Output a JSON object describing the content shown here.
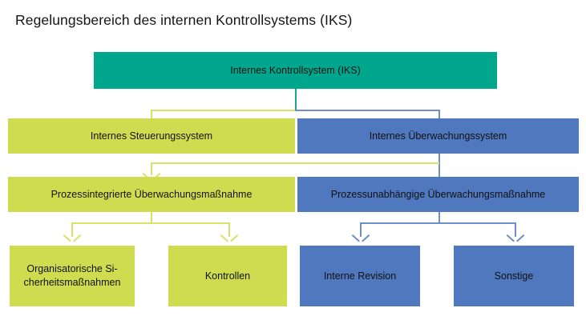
{
  "title": "Regelungsbereich des internen Kontrollsystems (IKS)",
  "colors": {
    "teal": "#00a78d",
    "lime": "#d0dc50",
    "blue": "#5078be",
    "line_teal": "#17a88c",
    "line_lime": "#d7e26a",
    "line_blue": "#6b8fcb",
    "text": "#111111",
    "background": "#ffffff"
  },
  "diagram": {
    "type": "hierarchy",
    "levels": 4,
    "nodes": [
      {
        "id": "iks",
        "label": "Internes Kontrollsystem (IKS)",
        "color": "teal",
        "level": 1
      },
      {
        "id": "steuerung",
        "label": "Internes Steuerungssystem",
        "color": "lime",
        "level": 2
      },
      {
        "id": "ueberwachung",
        "label": "Internes Überwachungssystem",
        "color": "blue",
        "level": 2
      },
      {
        "id": "prozessintegr",
        "label": "Prozessintegrierte Überwachungsmaßnahme",
        "color": "lime",
        "level": 3
      },
      {
        "id": "prozessunabh",
        "label": "Prozessunabhängige Überwachungsmaßnahme",
        "color": "blue",
        "level": 3
      },
      {
        "id": "organisatorisch",
        "label": "Organisatorische Si-\ncherheitsmaßnahmen",
        "color": "lime",
        "level": 4
      },
      {
        "id": "kontrollen",
        "label": "Kontrollen",
        "color": "lime",
        "level": 4
      },
      {
        "id": "revision",
        "label": "Interne Revision",
        "color": "blue",
        "level": 4
      },
      {
        "id": "sonstige",
        "label": "Sonstige",
        "color": "blue",
        "level": 4
      }
    ],
    "edges": [
      {
        "from": "iks",
        "to": "steuerung"
      },
      {
        "from": "iks",
        "to": "ueberwachung"
      },
      {
        "from": "ueberwachung",
        "to": "prozessintegr"
      },
      {
        "from": "ueberwachung",
        "to": "prozessunabh"
      },
      {
        "from": "prozessintegr",
        "to": "organisatorisch"
      },
      {
        "from": "prozessintegr",
        "to": "kontrollen"
      },
      {
        "from": "prozessunabh",
        "to": "revision"
      },
      {
        "from": "prozessunabh",
        "to": "sonstige"
      }
    ]
  }
}
